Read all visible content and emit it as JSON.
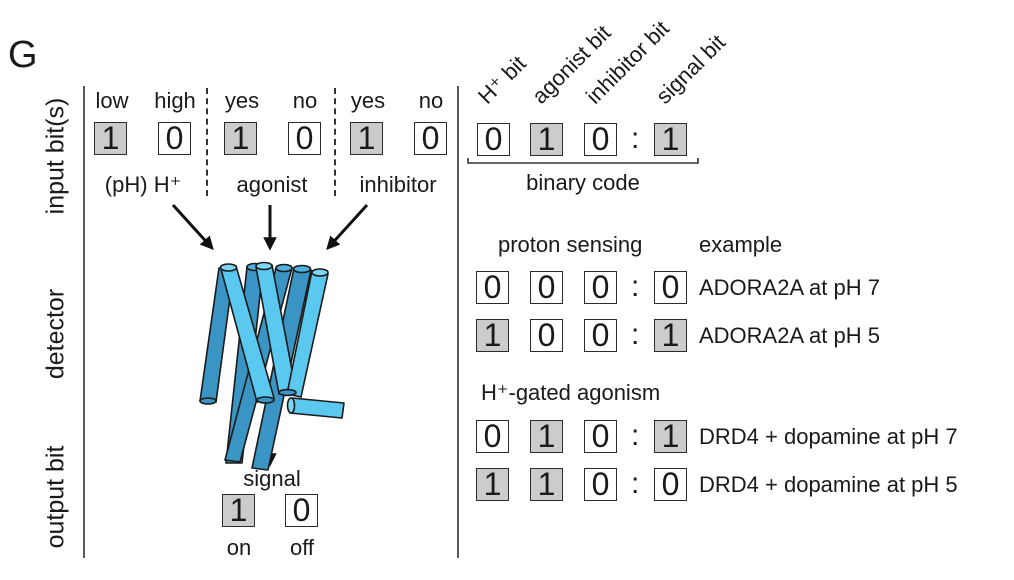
{
  "panel_letter": "G",
  "row_labels": {
    "input": "input bit(s)",
    "detector": "detector",
    "output": "output bit"
  },
  "inputs": {
    "groups": [
      {
        "name": "(pH) H⁺",
        "options": [
          {
            "label": "low",
            "bit": "1",
            "on": true
          },
          {
            "label": "high",
            "bit": "0",
            "on": false
          }
        ]
      },
      {
        "name": "agonist",
        "options": [
          {
            "label": "yes",
            "bit": "1",
            "on": true
          },
          {
            "label": "no",
            "bit": "0",
            "on": false
          }
        ]
      },
      {
        "name": "inhibitor",
        "options": [
          {
            "label": "yes",
            "bit": "1",
            "on": true
          },
          {
            "label": "no",
            "bit": "0",
            "on": false
          }
        ]
      }
    ]
  },
  "detector": {
    "icon": "gpcr-helix-bundle-icon",
    "colors": {
      "light": "#5bc8f0",
      "dark": "#3a94c4",
      "outline": "#1a1a1a"
    }
  },
  "output": {
    "title": "signal",
    "options": [
      {
        "label": "on",
        "bit": "1",
        "on": true
      },
      {
        "label": "off",
        "bit": "0",
        "on": false
      }
    ]
  },
  "code_legend": {
    "headers": [
      "H⁺ bit",
      "agonist bit",
      "inhibitor bit",
      "signal bit"
    ],
    "bits": [
      "0",
      "1",
      "0",
      "1"
    ],
    "separator": ":",
    "caption": "binary code"
  },
  "examples": {
    "column_header": "example",
    "sections": [
      {
        "title": "proton sensing",
        "rows": [
          {
            "bits": [
              "0",
              "0",
              "0",
              "0"
            ],
            "label": "ADORA2A at pH 7"
          },
          {
            "bits": [
              "1",
              "0",
              "0",
              "1"
            ],
            "label": "ADORA2A at pH 5"
          }
        ]
      },
      {
        "title": "H⁺-gated agonism",
        "rows": [
          {
            "bits": [
              "0",
              "1",
              "0",
              "1"
            ],
            "label": "DRD4 + dopamine at pH 7"
          },
          {
            "bits": [
              "1",
              "1",
              "0",
              "0"
            ],
            "label": "DRD4 + dopamine at pH 5"
          }
        ]
      }
    ]
  },
  "colors": {
    "bit_on_fill": "#cccccc",
    "bit_off_fill": "#ffffff",
    "text": "#1a1a1a"
  }
}
